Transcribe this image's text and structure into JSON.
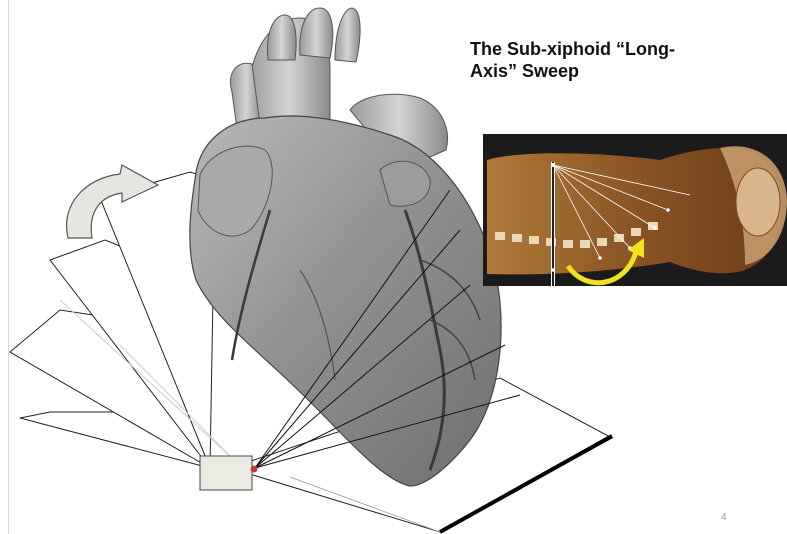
{
  "slide": {
    "title_line1": "The Sub-xiphoid “Long-",
    "title_line2": "Axis” Sweep",
    "page_number": "4"
  },
  "illustration": {
    "heart": "anatomical-heart-illustration",
    "probe": "ultrasound-probe",
    "sweep_arrow": "curved-sweep-arrow",
    "inset": "sagittal-body-section-with-sweep"
  },
  "colors": {
    "arrow_fill": "#e6e6e0",
    "probe_fill": "#ebebe3",
    "probe_marker": "#c0392b",
    "inset_arrow": "#f2e21c",
    "inset_bg": "#1b1b1b"
  }
}
